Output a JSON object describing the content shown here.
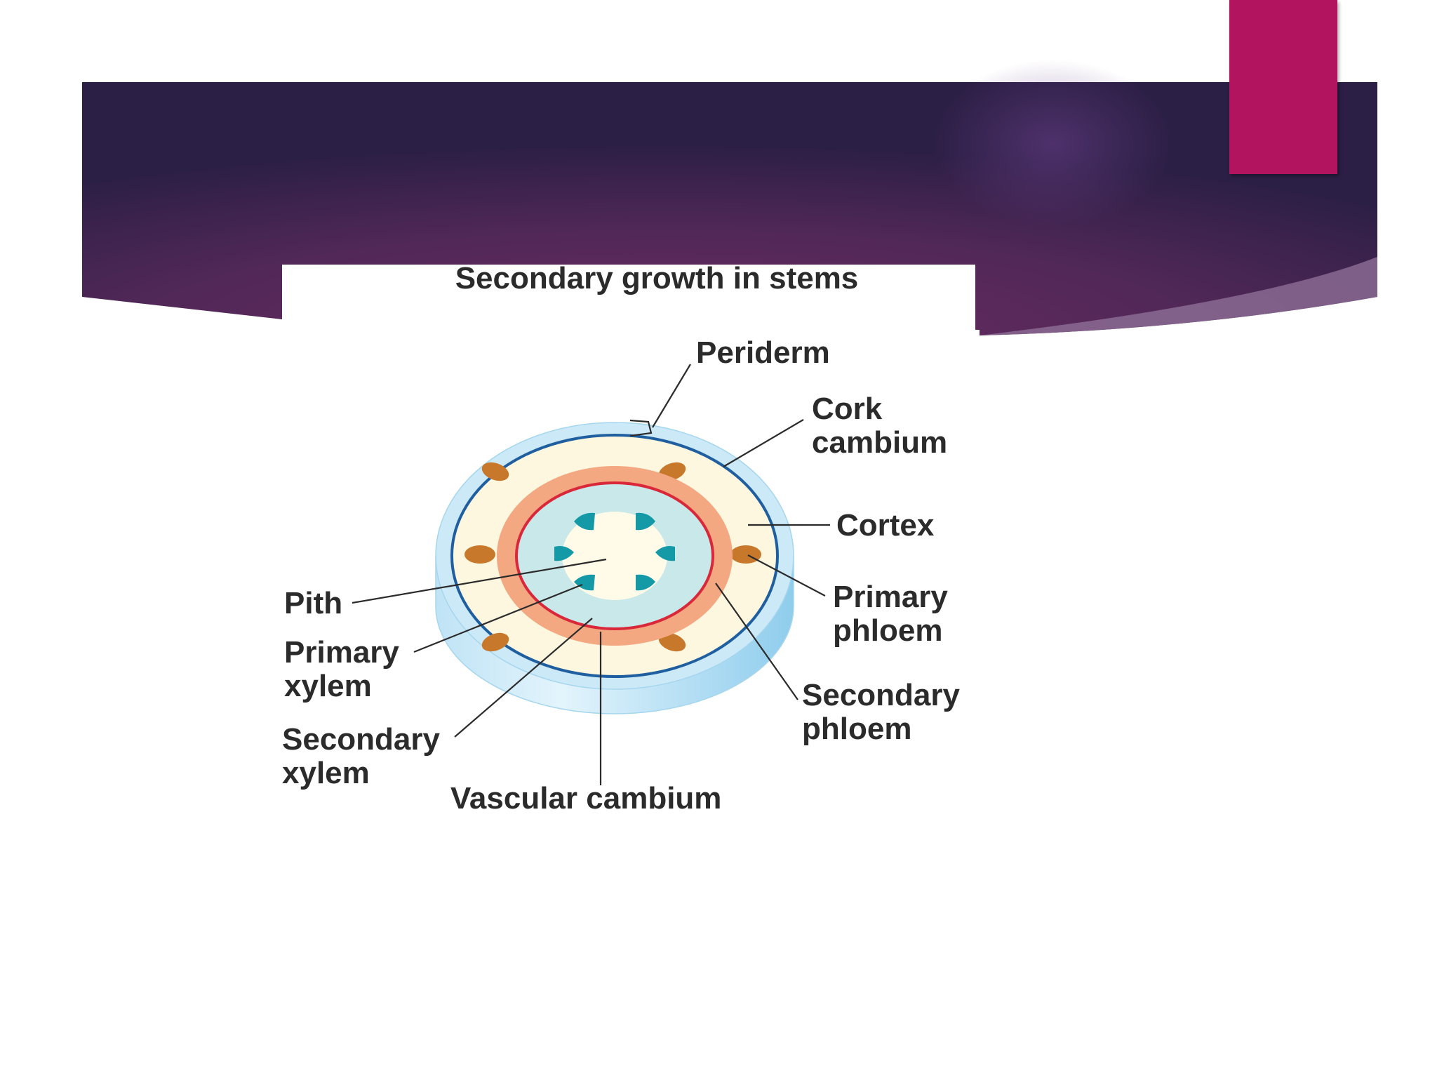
{
  "slide": {
    "title": "",
    "colors": {
      "banner_dark": "#34204a",
      "banner_mid": "#5f2a5e",
      "accent_tab": "#b3145f"
    }
  },
  "figure": {
    "title": "Secondary growth in stems",
    "labels": {
      "periderm": "Periderm",
      "cork_cambium_1": "Cork",
      "cork_cambium_2": "cambium",
      "cortex": "Cortex",
      "primary_phloem_1": "Primary",
      "primary_phloem_2": "phloem",
      "secondary_phloem_1": "Secondary",
      "secondary_phloem_2": "phloem",
      "pith": "Pith",
      "primary_xylem_1": "Primary",
      "primary_xylem_2": "xylem",
      "secondary_xylem_1": "Secondary",
      "secondary_xylem_2": "xylem",
      "vascular_cambium": "Vascular cambium"
    },
    "colors": {
      "periderm": "#bfe4f5",
      "cork_cambium": "#1f5fa0",
      "cortex": "#fdf7df",
      "primary_phloem": "#c8782a",
      "secondary_phloem": "#f4a882",
      "vascular_cambium": "#d9283a",
      "secondary_xylem": "#c9e8ea",
      "primary_xylem": "#139aa6",
      "pith": "#fffbe8"
    }
  }
}
